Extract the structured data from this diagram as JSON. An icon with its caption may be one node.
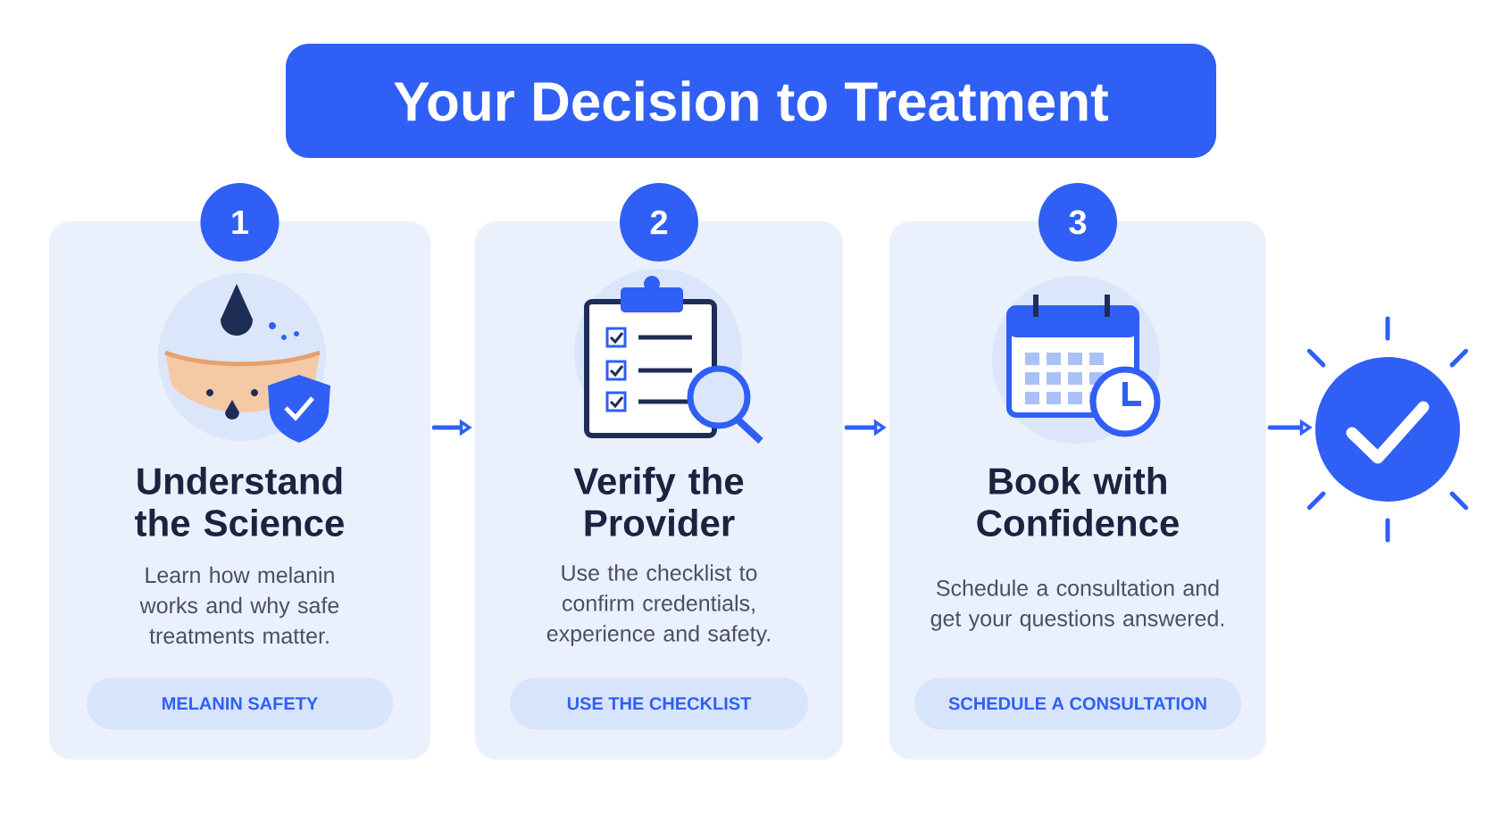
{
  "diagram": {
    "title": "Your Decision to Treatment",
    "nodes": [
      {
        "text": [
          "1"
        ]
      },
      {
        "text": [
          "Understand the Science",
          "Learn how melanin works and why safe treatments matter."
        ]
      },
      {
        "text": [
          "MELANIN SAFETY"
        ],
        "in": 1
      },
      {
        "text": [
          "2"
        ]
      },
      {
        "text": [
          "Verify the Provider",
          "Use the checklist to confirm credentials, experience and safety."
        ]
      },
      {
        "text": [
          "USE THE CHECKLIST"
        ],
        "in": 4
      },
      {
        "text": [
          "3"
        ]
      },
      {
        "text": [
          "Book with Confidence",
          "Schedule a consultation and get your questions answered."
        ]
      },
      {
        "text": [
          "SCHEDULE A CONSULTATION"
        ],
        "in": 7
      },
      {
        "text": [],
        "shape": "circle"
      }
    ],
    "edges": [
      {
        "from": 1,
        "to": 4,
        "arrow": "to"
      },
      {
        "from": 4,
        "to": 7,
        "arrow": "to"
      },
      {
        "from": 7,
        "to": 9,
        "arrow": "to"
      }
    ]
  }
}
